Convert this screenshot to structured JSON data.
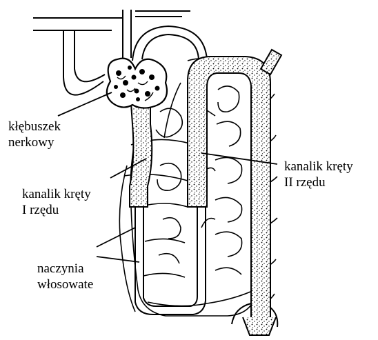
{
  "labels": {
    "glomerulus": [
      "kłębuszek",
      "nerkowy"
    ],
    "tubule_first": [
      "kanalik kręty",
      "I rzędu"
    ],
    "tubule_second": [
      "kanalik kręty",
      "II rzędu"
    ],
    "capillaries": [
      "naczynia",
      "włosowate"
    ]
  },
  "colors": {
    "ink": "#000000",
    "background": "#ffffff"
  }
}
